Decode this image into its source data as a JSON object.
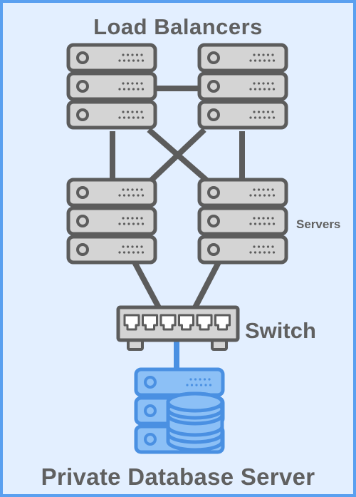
{
  "labels": {
    "top_title": "Load Balancers",
    "servers": "Servers",
    "switch": "Switch",
    "bottom_title": "Private Database Server"
  },
  "colors": {
    "background": "#e3efff",
    "border": "#5aa0f0",
    "unit_fill": "#d4d4d4",
    "outline": "#5c5c5c",
    "label_text": "#606060",
    "db_fill": "#8cc0f6",
    "db_outline": "#4a90e2"
  },
  "icons": [
    "server-rack-icon",
    "network-switch-icon",
    "database-server-icon"
  ]
}
